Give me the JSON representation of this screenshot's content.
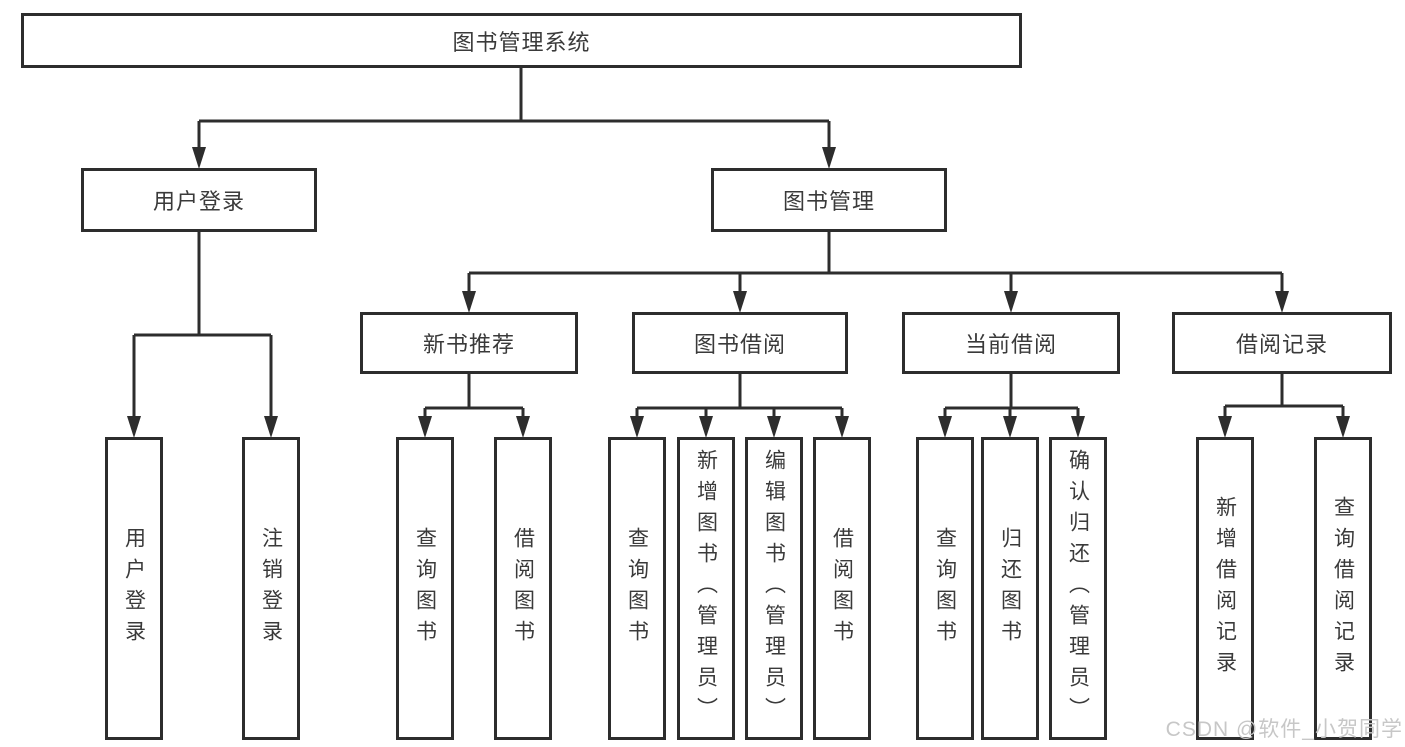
{
  "nodes": {
    "root": "图书管理系统",
    "user_login": "用户登录",
    "book_mgmt": "图书管理",
    "new_book": "新书推荐",
    "book_borrow": "图书借阅",
    "current_borrow": "当前借阅",
    "borrow_record": "借阅记录"
  },
  "leaves": {
    "user_login": [
      "用户登录",
      "注销登录"
    ],
    "new_book": [
      "查询图书",
      "借阅图书"
    ],
    "book_borrow": [
      "查询图书",
      "新增图书（管理员）",
      "编辑图书（管理员）",
      "借阅图书"
    ],
    "current_borrow": [
      "查询图书",
      "归还图书",
      "确认归还（管理员）"
    ],
    "borrow_record": [
      "新增借阅记录",
      "查询借阅记录"
    ]
  },
  "watermark": "CSDN @软件_小贺同学",
  "colors": {
    "line": "#2d2d2d",
    "text": "#3a3a3a",
    "watermark": "#c7c7c7",
    "background": "#ffffff"
  }
}
